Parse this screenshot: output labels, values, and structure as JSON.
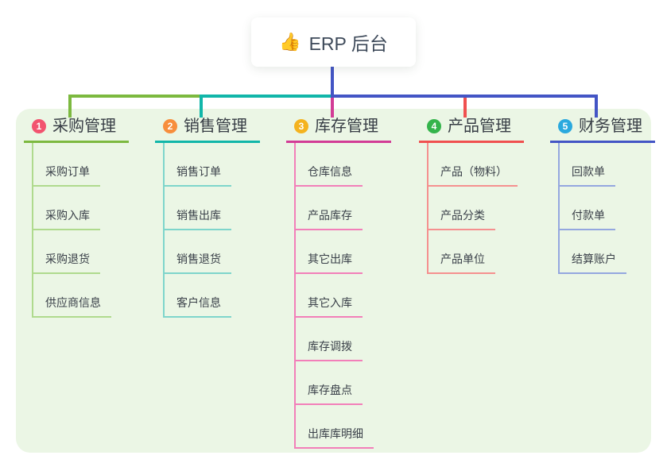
{
  "root": {
    "label": "ERP 后台",
    "icon": "thumbs-up-icon",
    "icon_glyph": "👍"
  },
  "panel_color": "#EBF6E5",
  "branches": [
    {
      "num": "1",
      "label": "采购管理",
      "badge_color": "#F2536F",
      "line_color": "#7CB93F",
      "child_line_color": "#AFDA8D",
      "children": [
        "采购订单",
        "采购入库",
        "采购退货",
        "供应商信息"
      ]
    },
    {
      "num": "2",
      "label": "销售管理",
      "badge_color": "#F78E3D",
      "line_color": "#11B6A9",
      "child_line_color": "#7ED5CB",
      "children": [
        "销售订单",
        "销售出库",
        "销售退货",
        "客户信息"
      ]
    },
    {
      "num": "3",
      "label": "库存管理",
      "badge_color": "#F4B31F",
      "line_color": "#D23C96",
      "child_line_color": "#F27FB9",
      "children": [
        "仓库信息",
        "产品库存",
        "其它出库",
        "其它入库",
        "库存调拨",
        "库存盘点",
        "出库库明细"
      ]
    },
    {
      "num": "4",
      "label": "产品管理",
      "badge_color": "#34B44B",
      "line_color": "#F0504F",
      "child_line_color": "#F5908F",
      "children": [
        "产品（物料）",
        "产品分类",
        "产品单位"
      ]
    },
    {
      "num": "5",
      "label": "财务管理",
      "badge_color": "#2AA9DE",
      "line_color": "#4355C5",
      "child_line_color": "#94A7DF",
      "children": [
        "回款单",
        "付款单",
        "结算账户"
      ]
    }
  ]
}
